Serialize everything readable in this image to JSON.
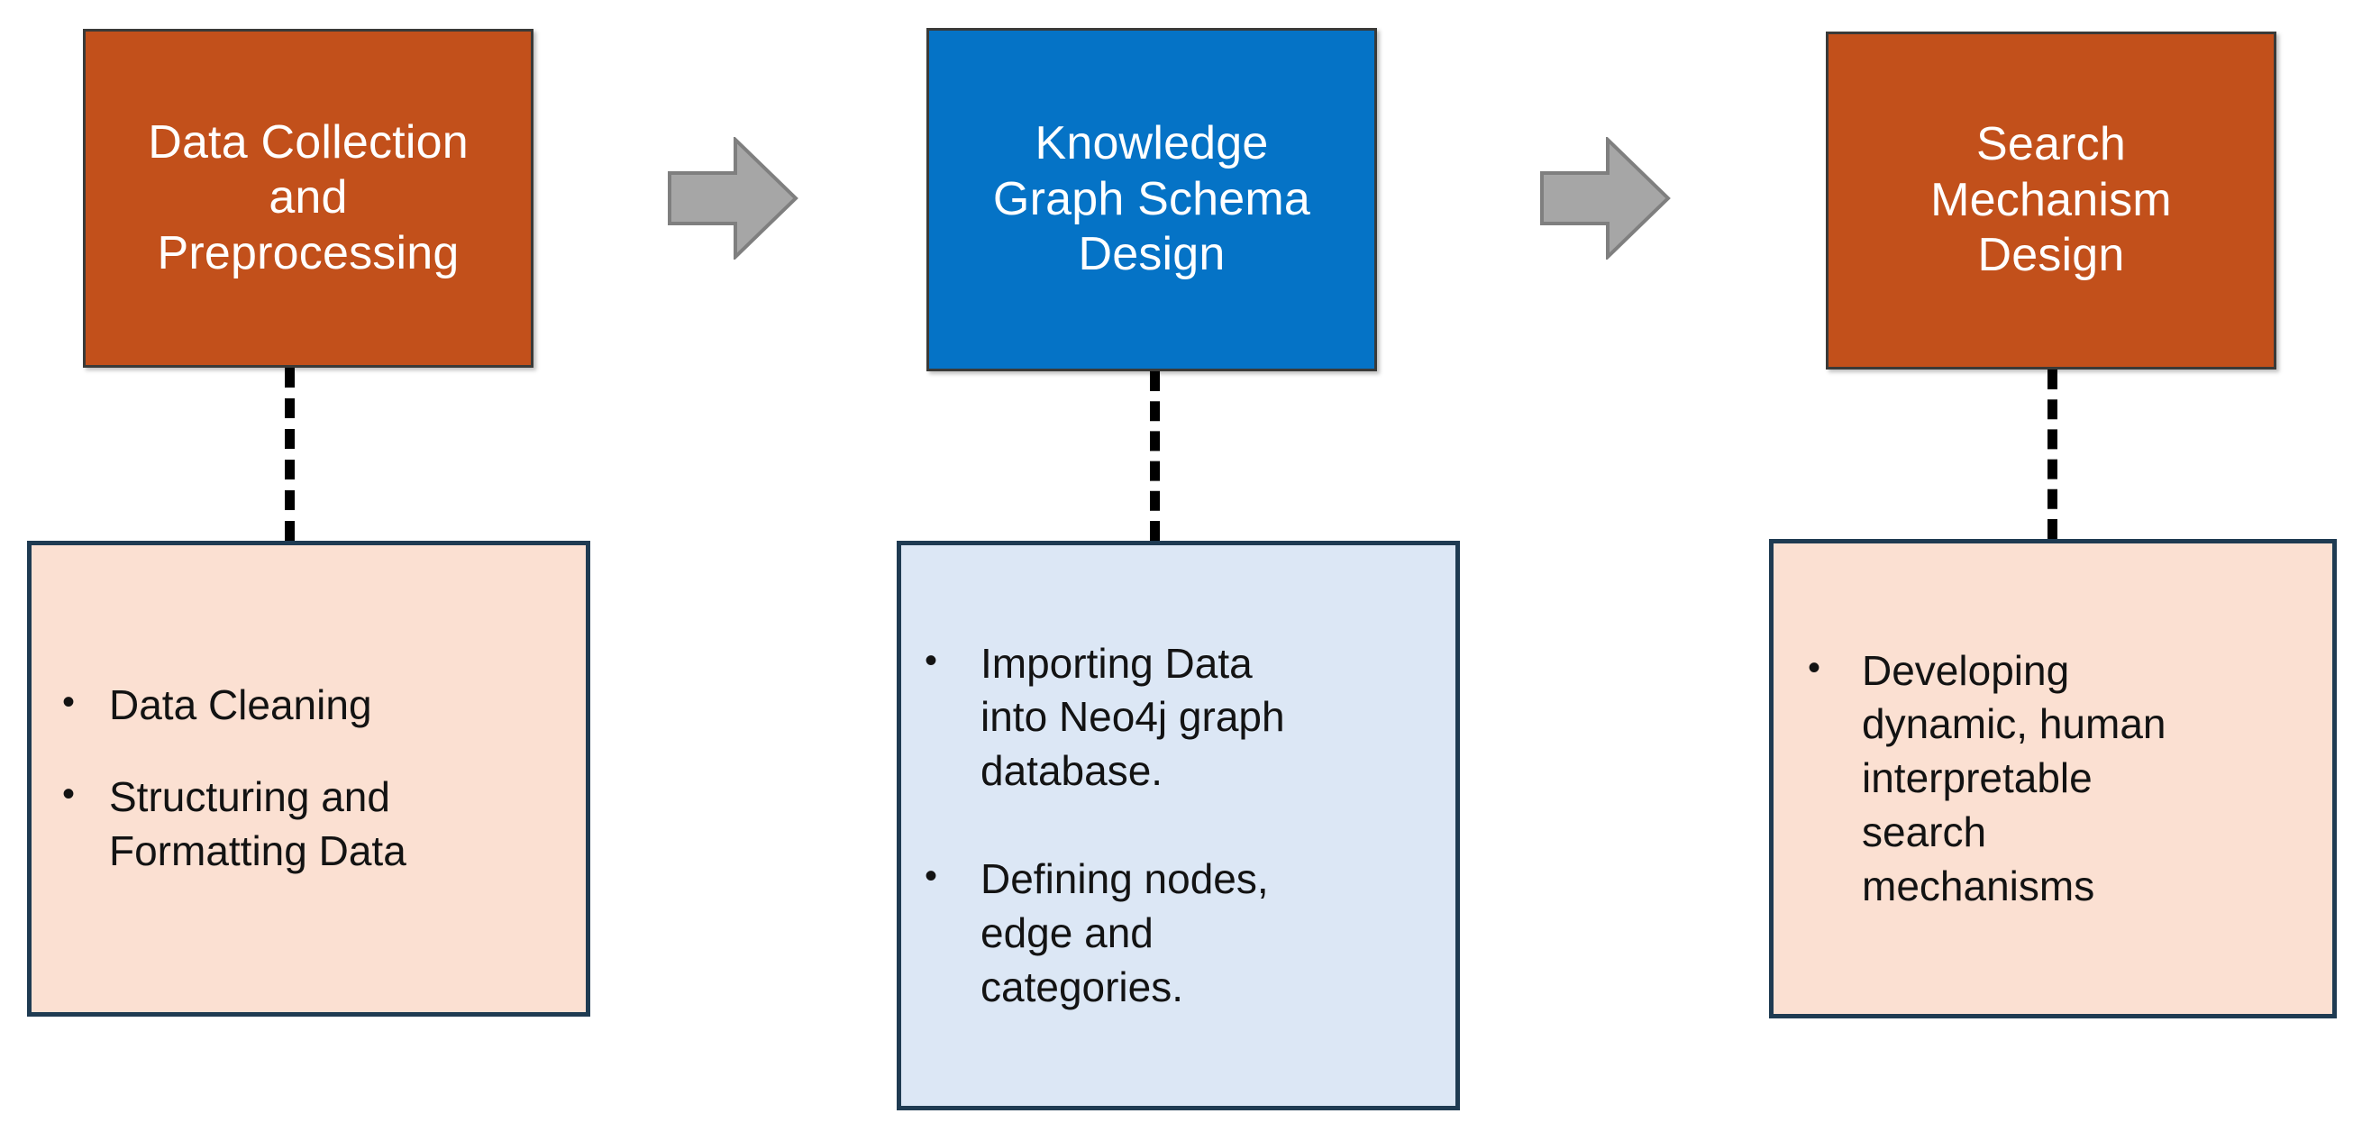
{
  "diagram": {
    "type": "three-stage-pipeline-flowchart",
    "background_color": "#FFFFFF",
    "colors": {
      "stage_orange": "#C2501B",
      "stage_blue": "#0573C6",
      "detail_peach": "#FBE0D2",
      "detail_blue": "#DCE7F5",
      "detail_border": "#1F3B52",
      "stage_border": "#3A3A38",
      "arrow_fill": "#A6A6A6",
      "arrow_stroke": "#7F7F7F",
      "connector": "#000000",
      "stage_text": "#FFFFFF",
      "detail_text": "#131313"
    },
    "stages": [
      {
        "id": "stage-1",
        "title": "Data Collection\nand\nPreprocessing",
        "title_plain": "Data Collection and Preprocessing",
        "fill": "#C2501B",
        "details_fill": "#FBE0D2",
        "bullet_glyph": "•",
        "bullets": [
          "Data Cleaning",
          "Structuring and\nFormatting Data"
        ]
      },
      {
        "id": "stage-2",
        "title": "Knowledge\nGraph Schema\nDesign",
        "title_plain": "Knowledge Graph Schema Design",
        "fill": "#0573C6",
        "details_fill": "#DCE7F5",
        "bullet_glyph": "•",
        "bullets": [
          "Importing Data\ninto Neo4j graph\ndatabase.",
          "Defining nodes,\nedge and\ncategories."
        ]
      },
      {
        "id": "stage-3",
        "title": "Search\nMechanism\nDesign",
        "title_plain": "Search Mechanism Design",
        "fill": "#C2501B",
        "details_fill": "#FBE0D2",
        "bullet_glyph": "•",
        "bullets": [
          "Developing\ndynamic, human\ninterpretable\nsearch\nmechanisms"
        ]
      }
    ],
    "arrows": [
      {
        "id": "arrow-1",
        "from": "stage-1",
        "to": "stage-2",
        "direction": "right"
      },
      {
        "id": "arrow-2",
        "from": "stage-2",
        "to": "stage-3",
        "direction": "right"
      }
    ],
    "connectors": [
      {
        "id": "connector-1",
        "from": "stage-1",
        "to": "detail-1",
        "style": "dashed"
      },
      {
        "id": "connector-2",
        "from": "stage-2",
        "to": "detail-2",
        "style": "dashed"
      },
      {
        "id": "connector-3",
        "from": "stage-3",
        "to": "detail-3",
        "style": "dashed"
      }
    ]
  }
}
